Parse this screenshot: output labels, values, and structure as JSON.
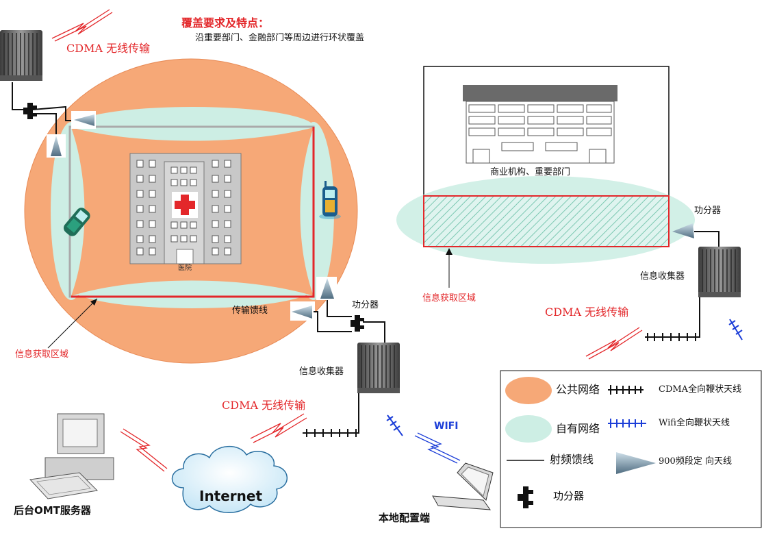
{
  "header": {
    "title": "覆盖要求及特点：",
    "subtitle": "沿重要部门、金融部门等周边进行环状覆盖"
  },
  "labels": {
    "cdma_top_left": "CDMA 无线传输",
    "cdma_right": "CDMA 无线传输",
    "cdma_center": "CDMA 无线传输",
    "hospital": "医院",
    "feeder_line": "传输馈线",
    "splitter_center": "功分器",
    "splitter_right": "功分器",
    "collector_center": "信息收集器",
    "collector_right": "信息收集器",
    "area_left": "信息获取区域",
    "area_right": "信息获取区域",
    "commercial": "商业机构、重要部门",
    "wifi": "WIFI",
    "internet": "Internet",
    "omt_server": "后台OMT服务器",
    "local_config": "本地配置端"
  },
  "legend": {
    "items": [
      {
        "symbol": "orange-ellipse",
        "label": "公共网络"
      },
      {
        "symbol": "cyan-ellipse",
        "label": "自有网络"
      },
      {
        "symbol": "feeder-line",
        "label": "射频馈线"
      },
      {
        "symbol": "splitter",
        "label": "功分器"
      },
      {
        "symbol": "cdma-antenna",
        "label": "CDMA全向鞭状天线"
      },
      {
        "symbol": "wifi-antenna",
        "label": "Wifi全向鞭状天线"
      },
      {
        "symbol": "directional-antenna",
        "label": "900频段定 向天线"
      }
    ]
  },
  "colors": {
    "public_network": "#f6a877",
    "own_network": "#cdeee4",
    "red": "#e3272a",
    "blue": "#1d3fd8"
  }
}
